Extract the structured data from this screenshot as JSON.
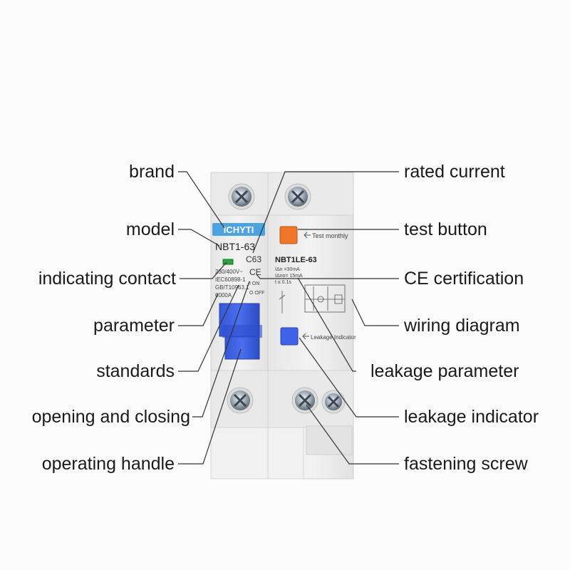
{
  "device": {
    "brand_text": "ICHYTI",
    "model_text": "NBT1-63",
    "rated_current_text": "C63",
    "ce_mark": "CE",
    "params_lines": [
      "230/400V~",
      "IEC60898-1",
      "GB/T10963.1",
      "6000A"
    ],
    "on_text": "I ON",
    "off_text": "O OFF",
    "rcd_model_text": "NBT1LE-63",
    "rcd_param_lines": [
      "IΔn =30mA",
      "IΔno= 15mA",
      "t ≤ 0.1s"
    ],
    "test_text": "Test monthly",
    "leakage_text": "Leakage Indicator",
    "colors": {
      "handle": "#3f63e6",
      "test_button": "#f0762c",
      "brand_badge": "#4ba3e0",
      "indicator": "#2ea43c",
      "housing": "#eeeeee"
    }
  },
  "labels": {
    "left": [
      {
        "id": "brand",
        "text": "brand"
      },
      {
        "id": "model",
        "text": "model"
      },
      {
        "id": "indicating-contact",
        "text": "indicating contact"
      },
      {
        "id": "parameter",
        "text": "parameter"
      },
      {
        "id": "standards",
        "text": "standards"
      },
      {
        "id": "opening-and-closing",
        "text": "opening and closing"
      },
      {
        "id": "operating-handle",
        "text": "operating handle"
      }
    ],
    "right": [
      {
        "id": "rated-current",
        "text": "rated current"
      },
      {
        "id": "test-button",
        "text": "test button"
      },
      {
        "id": "ce-certification",
        "text": "CE certification"
      },
      {
        "id": "wiring-diagram",
        "text": "wiring diagram"
      },
      {
        "id": "leakage-parameter",
        "text": "leakage parameter"
      },
      {
        "id": "leakage-indicator",
        "text": "leakage indicator"
      },
      {
        "id": "fastening-screw",
        "text": "fastening screw"
      }
    ]
  }
}
